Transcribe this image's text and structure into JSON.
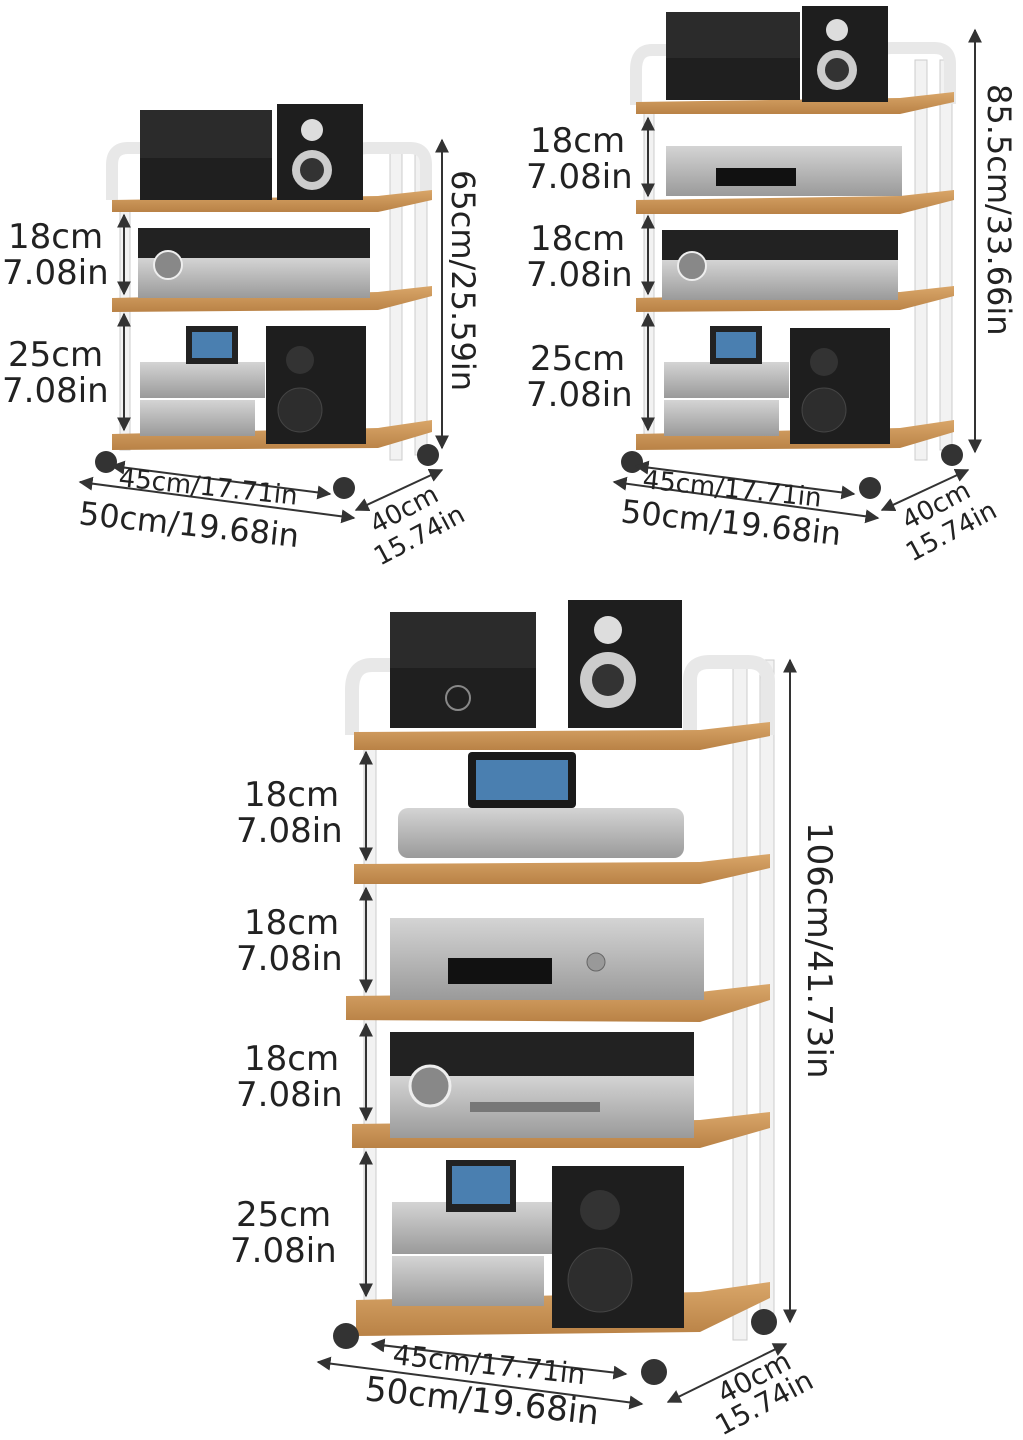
{
  "racks": [
    {
      "shelf_gaps": [
        {
          "cm": "18cm",
          "in": "7.08in"
        },
        {
          "cm": "25cm",
          "in": "7.08in"
        }
      ],
      "height": "65cm/25.59in",
      "inner_width": "45cm/17.71in",
      "outer_width": "50cm/19.68in",
      "depth_cm": "40cm",
      "depth_in": "15.74in"
    },
    {
      "shelf_gaps": [
        {
          "cm": "18cm",
          "in": "7.08in"
        },
        {
          "cm": "18cm",
          "in": "7.08in"
        },
        {
          "cm": "25cm",
          "in": "7.08in"
        }
      ],
      "height": "85.5cm/33.66in",
      "inner_width": "45cm/17.71in",
      "outer_width": "50cm/19.68in",
      "depth_cm": "40cm",
      "depth_in": "15.74in"
    },
    {
      "shelf_gaps": [
        {
          "cm": "18cm",
          "in": "7.08in"
        },
        {
          "cm": "18cm",
          "in": "7.08in"
        },
        {
          "cm": "18cm",
          "in": "7.08in"
        },
        {
          "cm": "25cm",
          "in": "7.08in"
        }
      ],
      "height": "106cm/41.73in",
      "inner_width": "45cm/17.71in",
      "outer_width": "50cm/19.68in",
      "depth_cm": "40cm",
      "depth_in": "15.74in"
    }
  ],
  "colors": {
    "wood": "#c8955a",
    "frame": "#f4f4f4",
    "device_dark": "#2a2a2a",
    "device_silver": "#b9b9b9",
    "arrow": "#333333"
  }
}
